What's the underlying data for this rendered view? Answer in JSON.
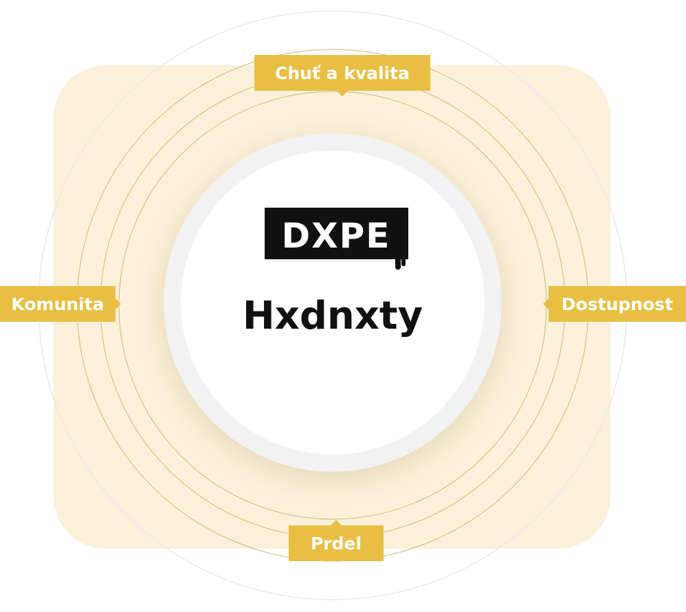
{
  "diagram": {
    "logo_text": "DXPE",
    "center_title": "Hxdnxty",
    "labels": {
      "top": "Chuť a kvalita",
      "left": "Komunita",
      "right": "Dostupnost",
      "bottom": "Prdel"
    }
  },
  "colors": {
    "panel": "#fbf0d9",
    "tag": "#e8bf42",
    "ring": "#c9b97a",
    "outer_ring": "#e6e6e6",
    "logo_bg": "#111111",
    "logo_text": "#ffffff",
    "title": "#111111"
  }
}
